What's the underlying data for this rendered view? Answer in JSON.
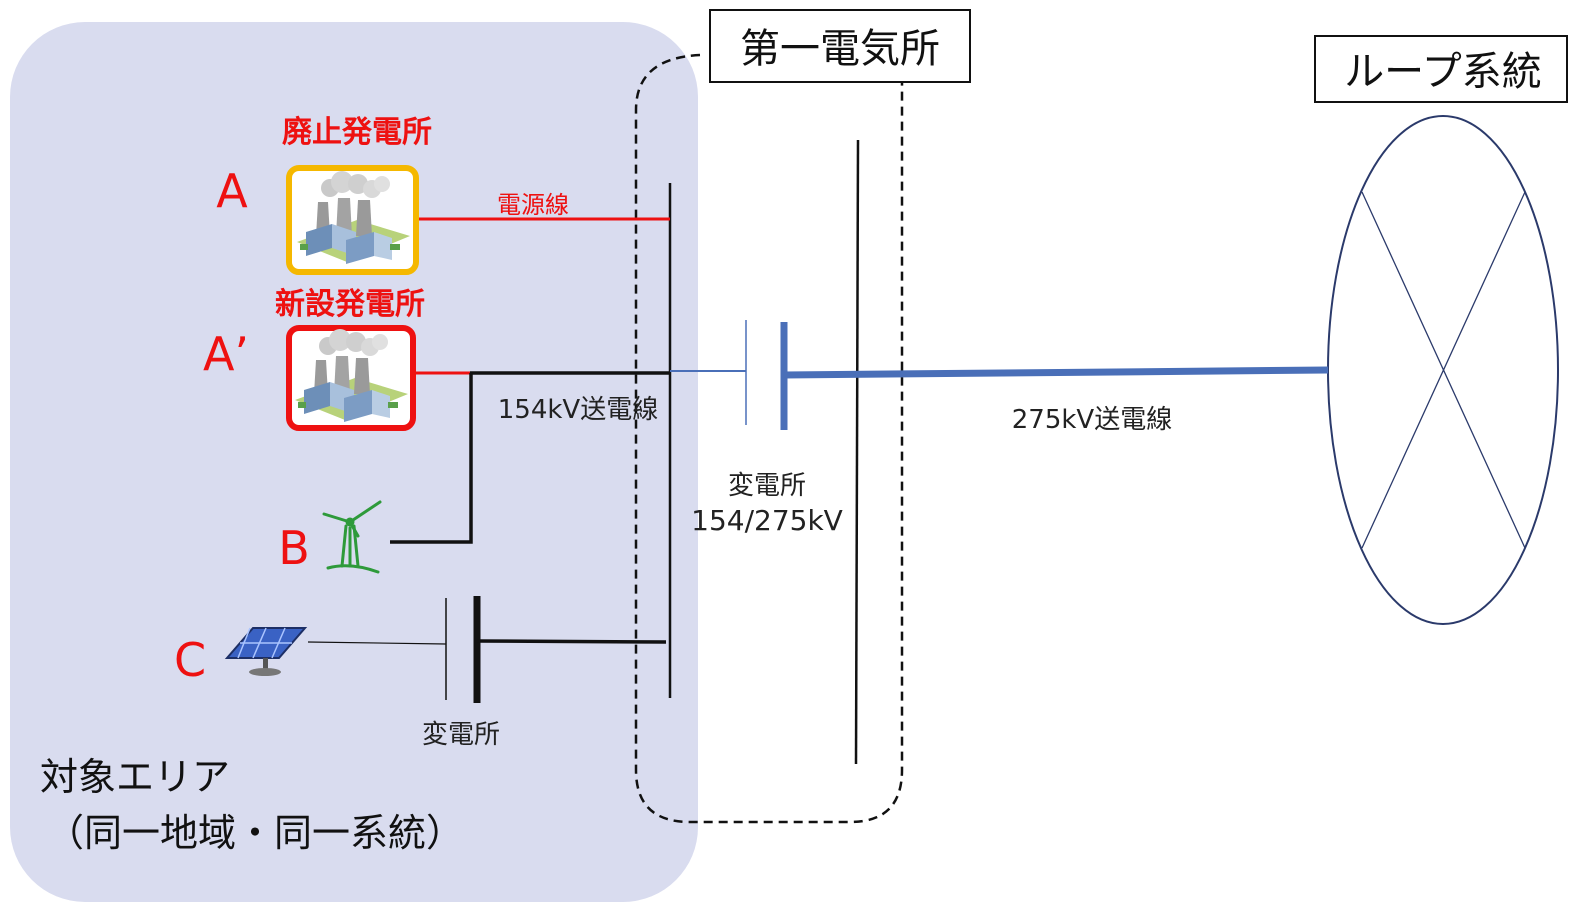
{
  "target_area": {
    "line1": "対象エリア",
    "line2": "（同一地域・同一系統）"
  },
  "substation_1": {
    "label": "第一電気所"
  },
  "loop_system": {
    "label": "ループ系統"
  },
  "plants": {
    "A": {
      "letter": "A",
      "title": "廃止発電所"
    },
    "A_prime": {
      "letter": "A’",
      "title": "新設発電所"
    },
    "B": {
      "letter": "B"
    },
    "C": {
      "letter": "C"
    }
  },
  "lines": {
    "power_line": "電源線",
    "line_154kv": "154kV送電線",
    "line_275kv": "275kV送電線"
  },
  "transformers": {
    "main": {
      "line1": "変電所",
      "line2": "154/275kV"
    },
    "local": {
      "label": "変電所"
    }
  },
  "colors": {
    "area_fill": "#d9dcef",
    "red": "#ee1111",
    "orange": "#f5b800",
    "blue": "#4a6fb8",
    "navy": "#2b3a6b",
    "green": "#2e9a3a"
  },
  "icons": {
    "plant": "power-plant-icon",
    "wind": "wind-turbine-icon",
    "solar": "solar-panel-icon"
  }
}
